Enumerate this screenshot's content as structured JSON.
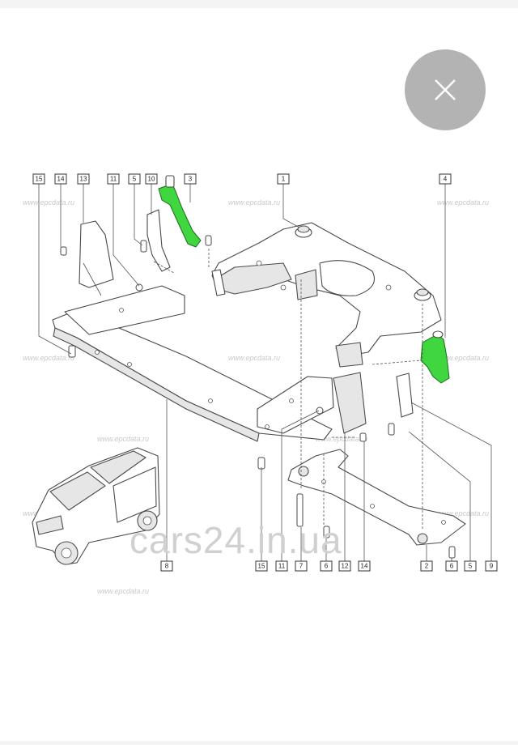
{
  "viewer": {
    "close_icon": "close-icon",
    "close_button_color": "#b3b3b3"
  },
  "diagram": {
    "watermark_site": "www.epcdata.ru",
    "watermark_overlay": "cars24.in.ua",
    "highlight_color": "#3fd63f",
    "callouts_top": [
      "15",
      "14",
      "13",
      "11",
      "5",
      "10",
      "3",
      "1",
      "4"
    ],
    "callouts_bottom": [
      "8",
      "15",
      "11",
      "7",
      "6",
      "12",
      "14",
      "2",
      "6",
      "5",
      "9"
    ]
  }
}
